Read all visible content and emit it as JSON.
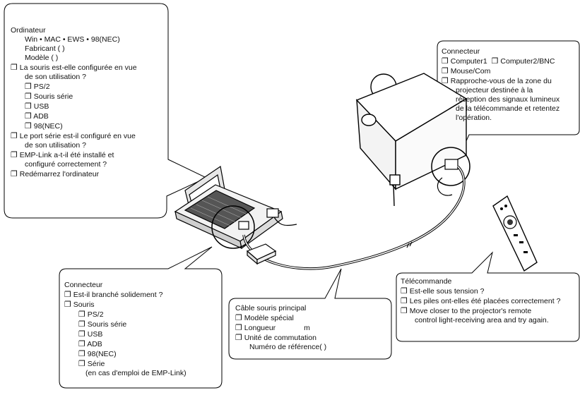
{
  "checkbox": "❐",
  "computer": {
    "title": "Ordinateur",
    "os": "Win • MAC • EWS • 98(NEC)",
    "maker": "Fabricant (                 )",
    "model": "Modèle   (                )",
    "q1_a": "La souris est-elle configurée en vue",
    "q1_b": "de son utilisation ?",
    "opt_ps2": "PS/2",
    "opt_serial": "Souris série",
    "opt_usb": "USB",
    "opt_adb": "ADB",
    "opt_98": "98(NEC)",
    "q2_a": "Le port série est-il configuré en vue",
    "q2_b": "de son utilisation ?",
    "q3_a": "EMP-Link a-t-il été installé et",
    "q3_b": "configuré correctement ?",
    "q4": "Redémarrez l'ordinateur"
  },
  "projector": {
    "title": "Connecteur",
    "opt_c1": "Computer1",
    "opt_c2": "Computer2/BNC",
    "opt_mouse": "Mouse/Com",
    "tip_1": "Rapproche-vous de la zone du",
    "tip_2": "projecteur destinée à la",
    "tip_3": "réception des signaux lumineux",
    "tip_4": "de la télécommande et retentez",
    "tip_5": "l'opération."
  },
  "laptop_conn": {
    "title": "Connecteur",
    "q1": "Est-il branché solidement ?",
    "q2": "Souris",
    "opt_ps2": "PS/2",
    "opt_serial": "Souris série",
    "opt_usb": "USB",
    "opt_adb": "ADB",
    "opt_98": "98(NEC)",
    "opt_serie": "Série",
    "note": "(en cas d'emploi de EMP-Link)"
  },
  "cable": {
    "title": "Câble souris principal",
    "opt_special": "Modèle spécial",
    "length_label": "Longueur",
    "length_unit": "m",
    "opt_switch": "Unité de commutation",
    "ref": "Numéro de référence(             )"
  },
  "remote": {
    "title": "Télécommande",
    "q1": "Est-elle sous tension ?",
    "q2": "Les piles ont-elles été placées correctement ?",
    "q3_a": "Move closer to the projector's remote",
    "q3_b": "control light-receiving area and try again."
  }
}
